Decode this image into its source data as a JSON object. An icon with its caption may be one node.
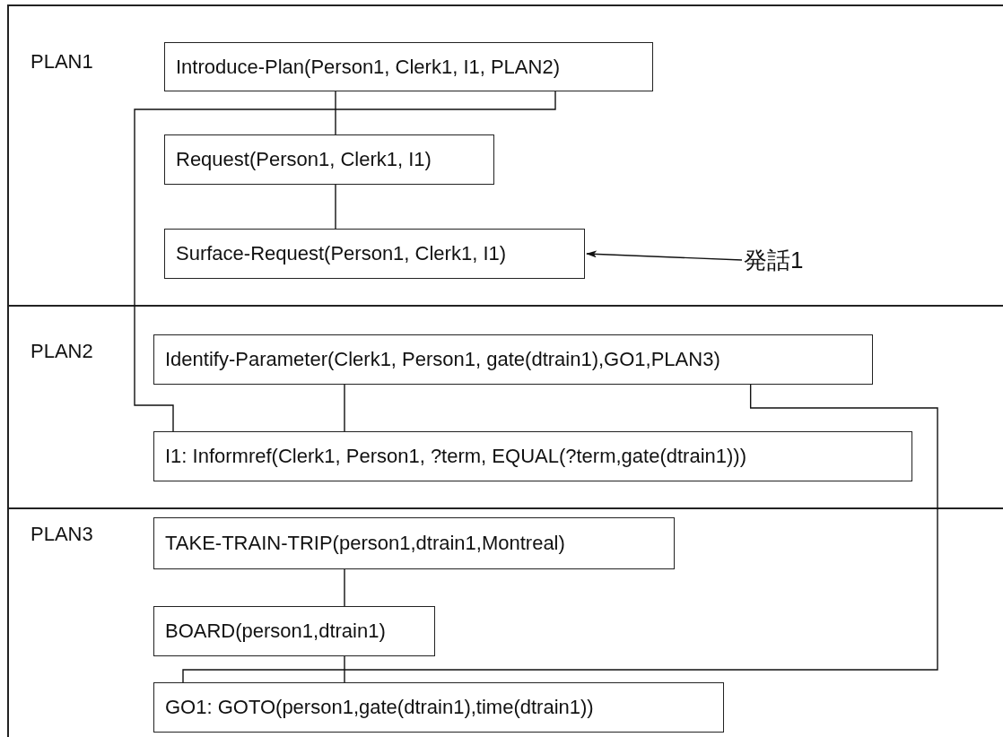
{
  "diagram": {
    "nodes": [
      {
        "text": [
          "PLAN1"
        ]
      },
      {
        "text": [
          "Introduce-Plan(Person1, Clerk1, I1, PLAN2)"
        ],
        "in": 0
      },
      {
        "text": [
          "Request(Person1, Clerk1, I1)"
        ],
        "in": 0
      },
      {
        "text": [
          "Surface-Request(Person1, Clerk1, I1)"
        ],
        "in": 0
      },
      {
        "text": [
          "発話1"
        ],
        "in": 0
      },
      {
        "text": [
          "PLAN2"
        ]
      },
      {
        "text": [
          "Identify-Parameter(Clerk1, Person1, gate(dtrain1),GO1,PLAN3)"
        ],
        "in": 5
      },
      {
        "text": [
          "I1: Informref(Clerk1, Person1, ?term, EQUAL(?term,gate(dtrain1)))"
        ],
        "in": 5
      },
      {
        "text": [
          "PLAN3"
        ]
      },
      {
        "text": [
          "TAKE-TRAIN-TRIP(person1,dtrain1,Montreal)"
        ],
        "in": 8
      },
      {
        "text": [
          "BOARD(person1,dtrain1)"
        ],
        "in": 8
      },
      {
        "text": [
          "GO1: GOTO(person1,gate(dtrain1),time(dtrain1))"
        ],
        "in": 8
      }
    ],
    "edges": [
      {
        "from": 1,
        "to": 2,
        "arrow": "none"
      },
      {
        "from": 2,
        "to": 3,
        "arrow": "none"
      },
      {
        "from": 4,
        "to": 3,
        "arrow": "to"
      },
      {
        "from": 1,
        "to": 7,
        "arrow": "none"
      },
      {
        "from": 6,
        "to": 7,
        "arrow": "none"
      },
      {
        "from": 9,
        "to": 10,
        "arrow": "none"
      },
      {
        "from": 10,
        "to": 11,
        "arrow": "none"
      },
      {
        "from": 6,
        "to": 11,
        "arrow": "none"
      }
    ]
  }
}
